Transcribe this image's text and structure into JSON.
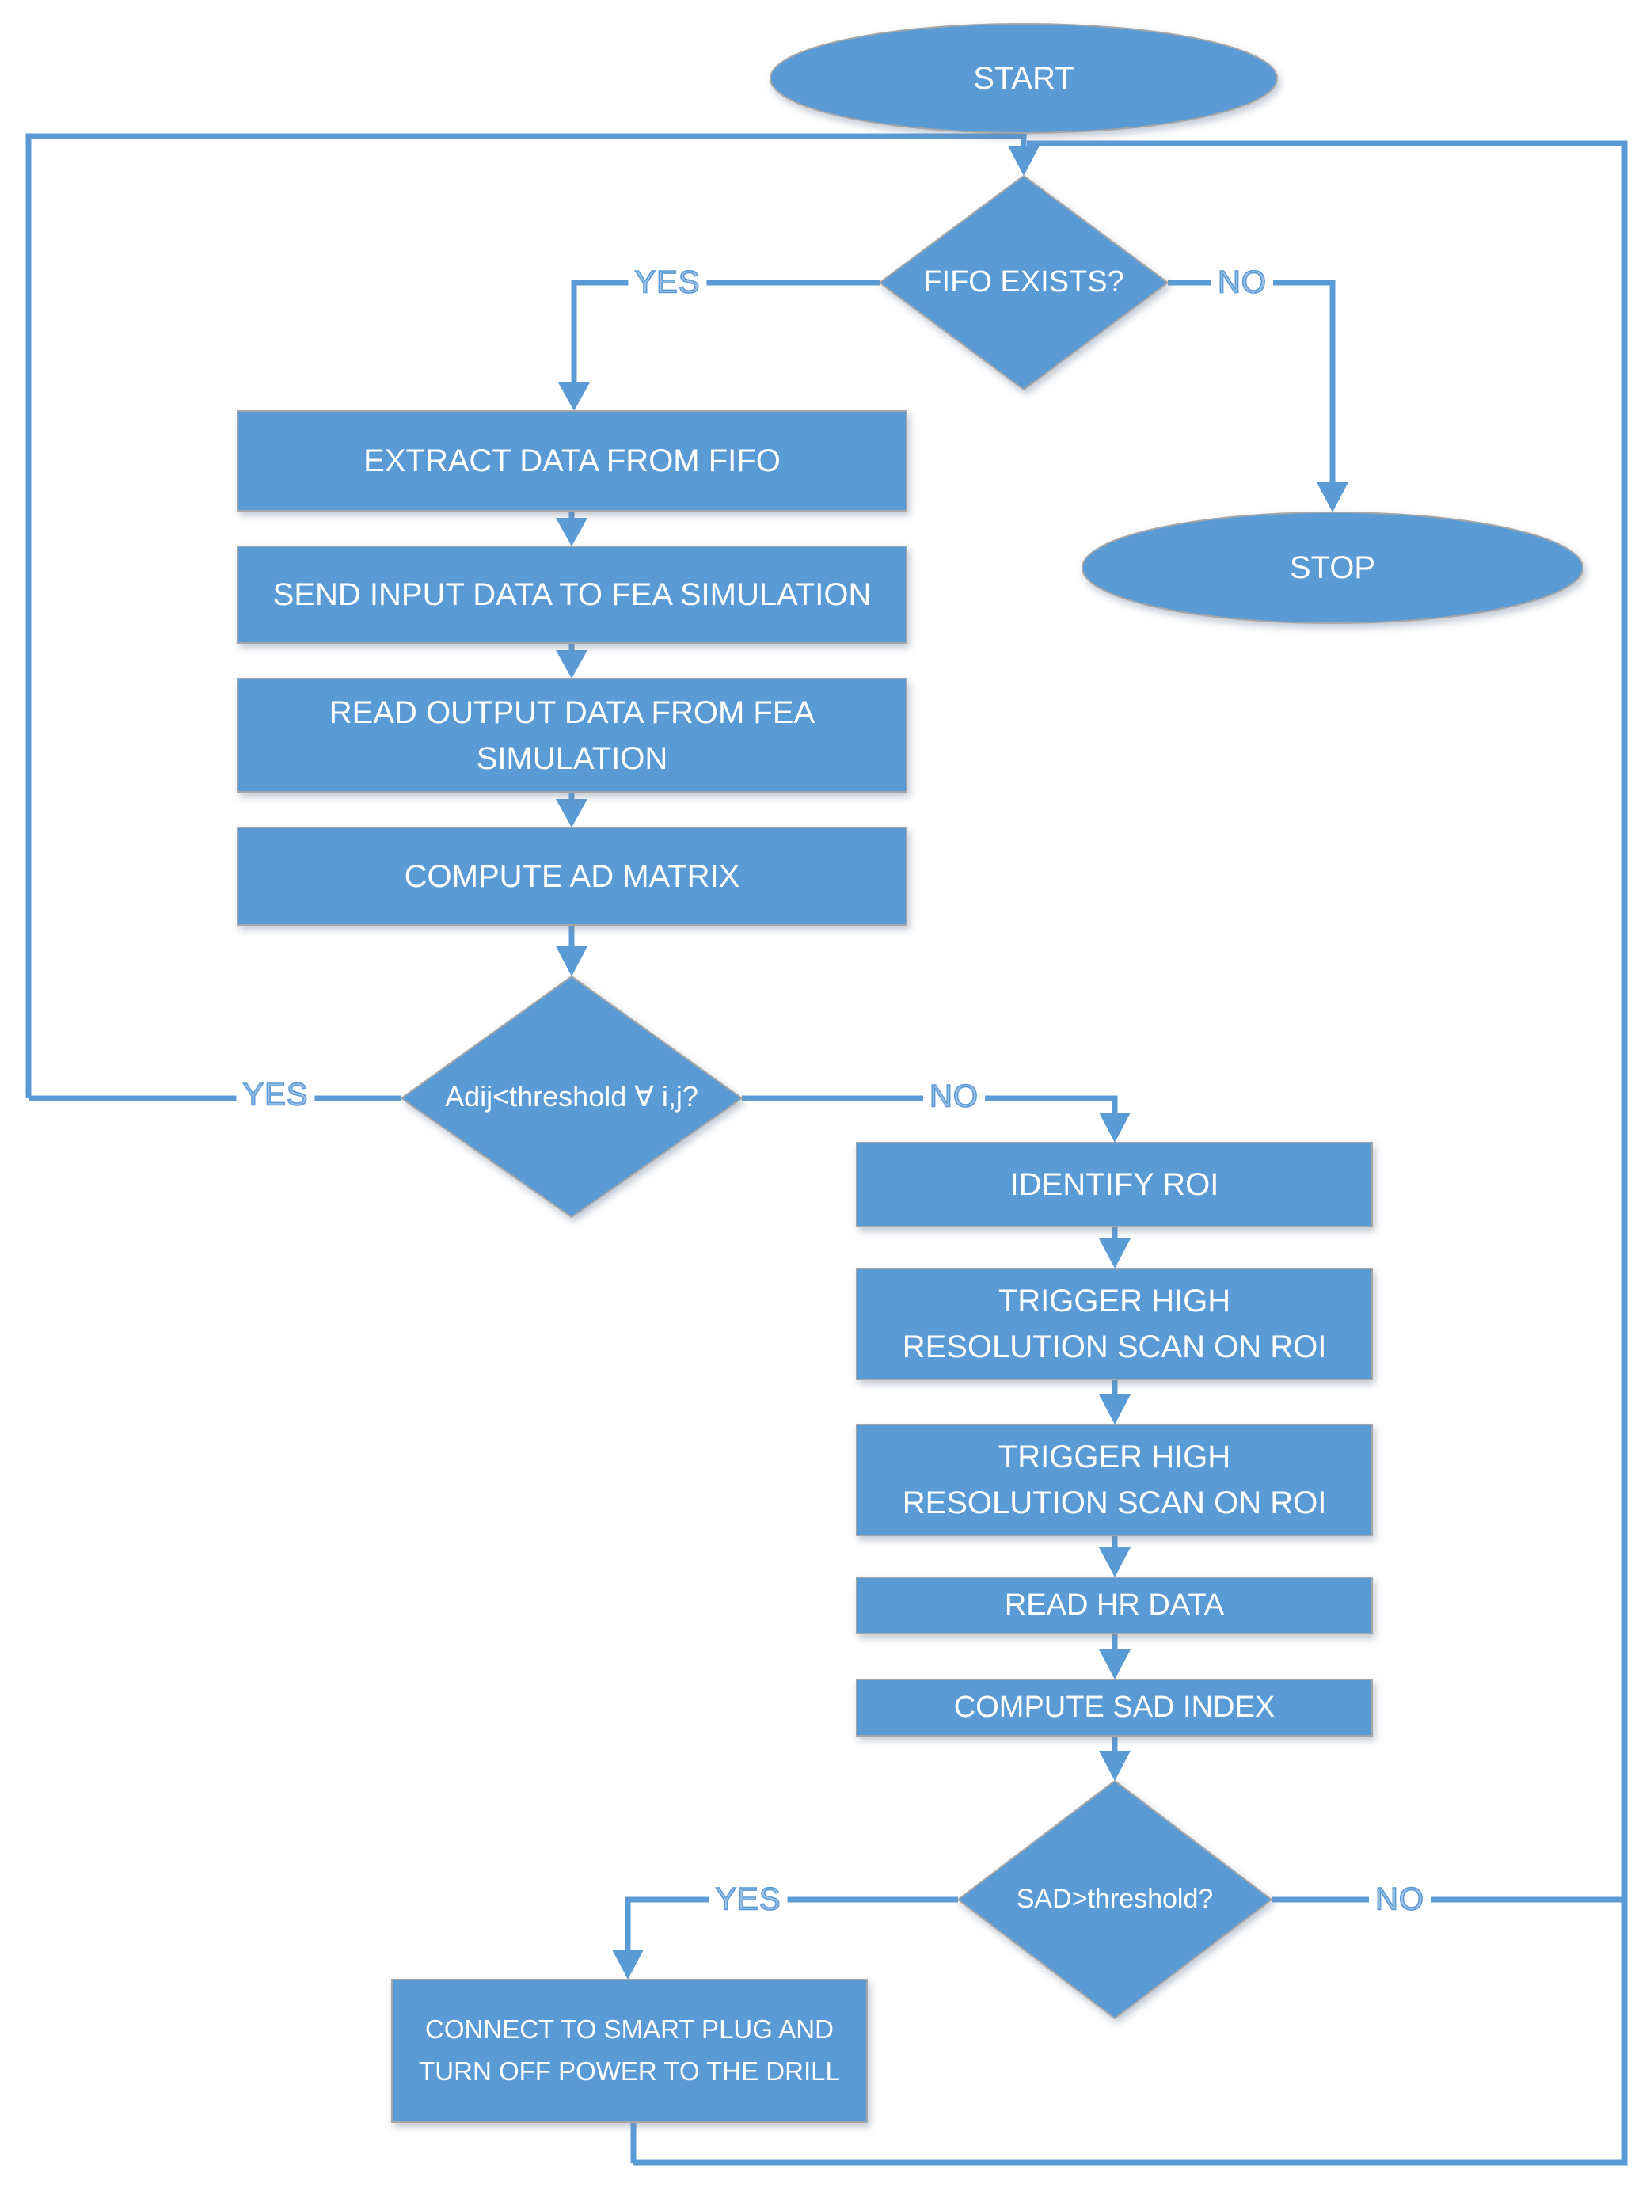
{
  "diagram": {
    "title": "FEA monitoring flowchart",
    "colors": {
      "shape_fill": "#5b9bd5",
      "line": "#5b9bd5",
      "shape_text": "#ffffff",
      "shape_border": "#a6a6a6",
      "background": "#ffffff"
    },
    "nodes": {
      "start": {
        "type": "terminator",
        "label": "START"
      },
      "fifo_exists": {
        "type": "decision",
        "label": "FIFO EXISTS?"
      },
      "stop": {
        "type": "terminator",
        "label": "STOP"
      },
      "extract": {
        "type": "process",
        "label": "EXTRACT DATA FROM FIFO"
      },
      "send_input": {
        "type": "process",
        "label": "SEND INPUT DATA TO FEA SIMULATION"
      },
      "read_output": {
        "type": "process",
        "label": "READ OUTPUT DATA FROM FEA SIMULATION"
      },
      "compute_ad": {
        "type": "process",
        "label": "COMPUTE AD MATRIX"
      },
      "adij_threshold": {
        "type": "decision",
        "label": "Adij<threshold ∀ i,j?"
      },
      "identify_roi": {
        "type": "process",
        "label": "IDENTIFY ROI"
      },
      "trigger_scan_1": {
        "type": "process",
        "label": "TRIGGER HIGH RESOLUTION SCAN ON ROI"
      },
      "trigger_scan_2": {
        "type": "process",
        "label": "TRIGGER HIGH RESOLUTION SCAN ON ROI"
      },
      "read_hr": {
        "type": "process",
        "label": "READ HR DATA"
      },
      "compute_sad": {
        "type": "process",
        "label": "COMPUTE SAD INDEX"
      },
      "connect_plug": {
        "type": "process",
        "label": "CONNECT TO SMART PLUG AND TURN OFF POWER TO THE DRILL"
      }
    },
    "edge_labels": {
      "fifo_yes": "YES",
      "fifo_no": "NO",
      "adij_yes": "YES",
      "adij_no": "NO",
      "sad_yes": "YES",
      "sad_no": "NO"
    }
  }
}
